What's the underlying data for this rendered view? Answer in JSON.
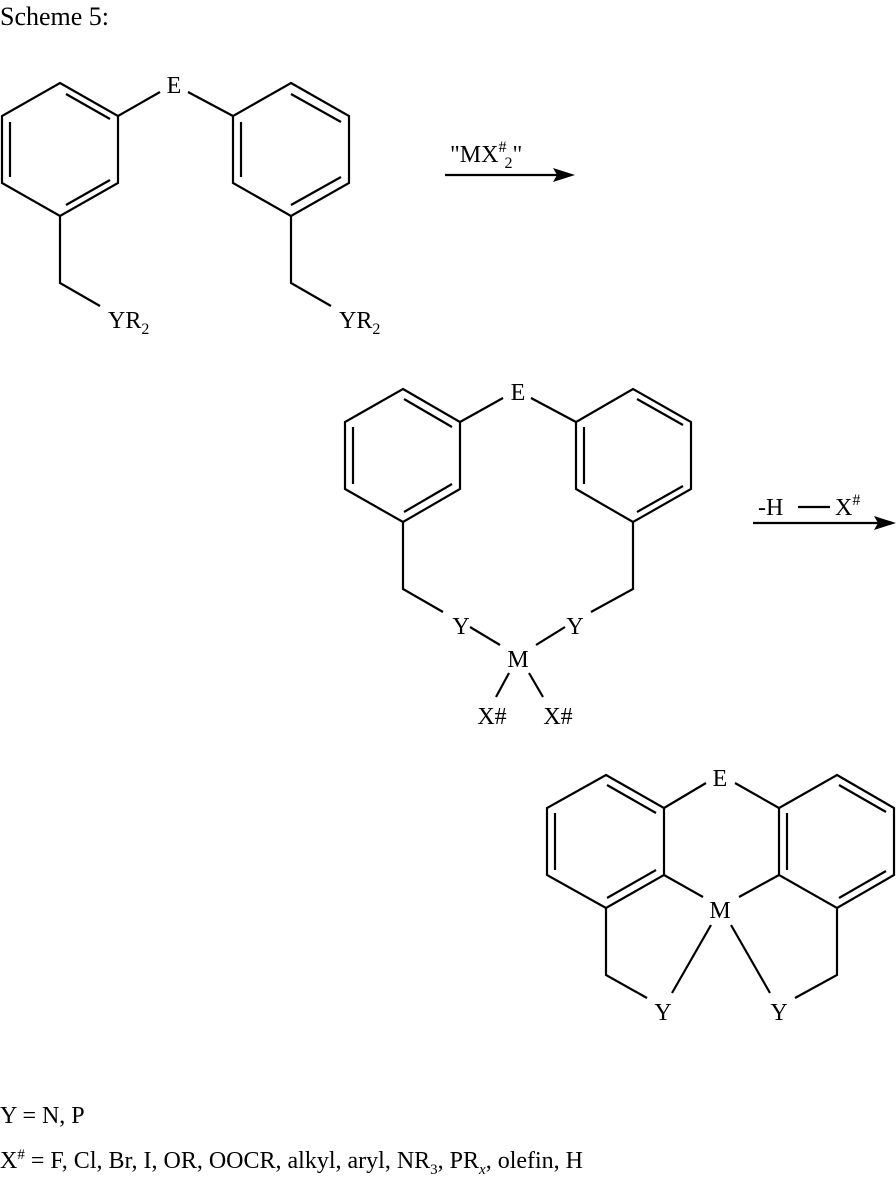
{
  "title": "Scheme 5:",
  "arrows": [
    {
      "reagent_main": "\"MX",
      "reagent_sup": "#",
      "reagent_sub": "2",
      "reagent_end": "\""
    },
    {
      "reagent_main": "-H",
      "reagent_x": "X",
      "reagent_sup": "#"
    }
  ],
  "structure1": {
    "bridge": "E",
    "group_left": "YR",
    "group_left_sub": "2",
    "group_right": "YR",
    "group_right_sub": "2"
  },
  "structure2": {
    "bridge": "E",
    "donor_left": "Y",
    "donor_right": "Y",
    "metal": "M",
    "ligand_left": "X#",
    "ligand_right": "X#"
  },
  "structure3": {
    "bridge": "E",
    "donor_left": "Y",
    "donor_right": "Y",
    "metal": "M"
  },
  "legend": {
    "y_def": "Y = N, P",
    "x_def_label": "X",
    "x_def_sup": "#",
    "x_def_part1": " = F, Cl, Br, I, OR, OOCR, alkyl, aryl, NR",
    "x_def_sub1": "3",
    "x_def_part2": ", PR",
    "x_def_sub2": "x",
    "x_def_part3": ", olefin, H"
  }
}
